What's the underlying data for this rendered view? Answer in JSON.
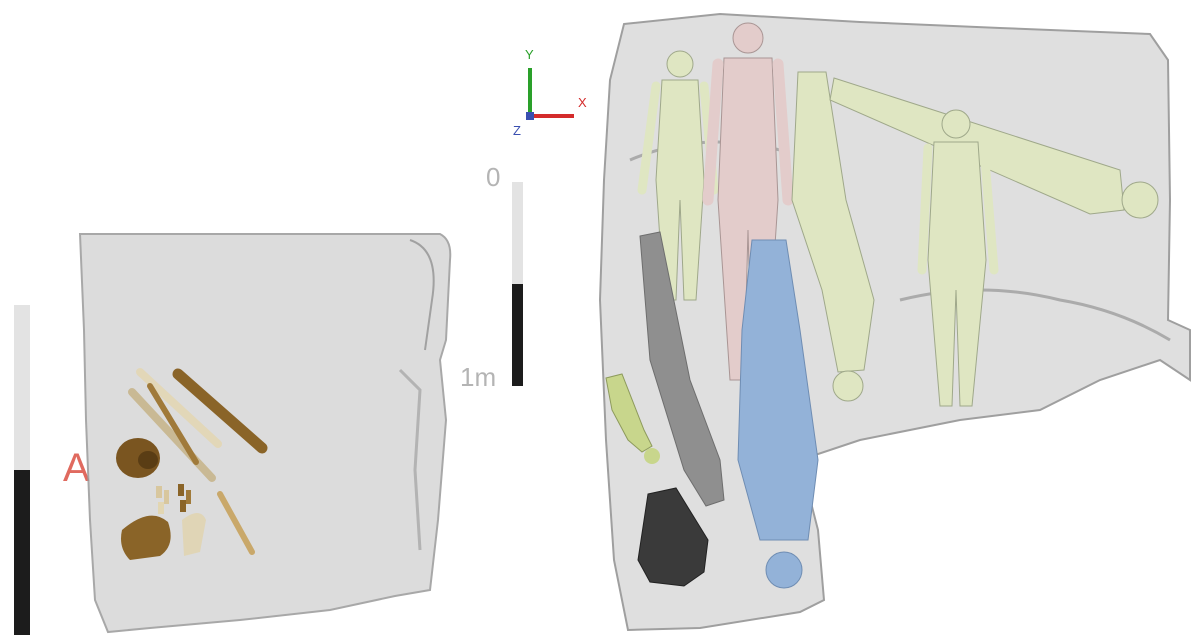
{
  "panel_label": "A",
  "scale": {
    "top_label": "0",
    "bottom_label": "1m"
  },
  "axes": {
    "y_label": "Y",
    "x_label": "X",
    "z_label": "Z"
  },
  "colors": {
    "panel_letter": "#e06a5f",
    "axis_x": "#d42b2b",
    "axis_y": "#2aa02a",
    "axis_z": "#3a4fb0",
    "bone": "#a07a3a",
    "bone_light": "#d8c8a0",
    "figure_green": "#dfe6c2",
    "figure_pink": "#e3cccb",
    "figure_blue": "#93b2d8",
    "figure_gray": "#8f8f8f",
    "figure_dark": "#3a3a3a",
    "pit": "#d4d4d4"
  }
}
